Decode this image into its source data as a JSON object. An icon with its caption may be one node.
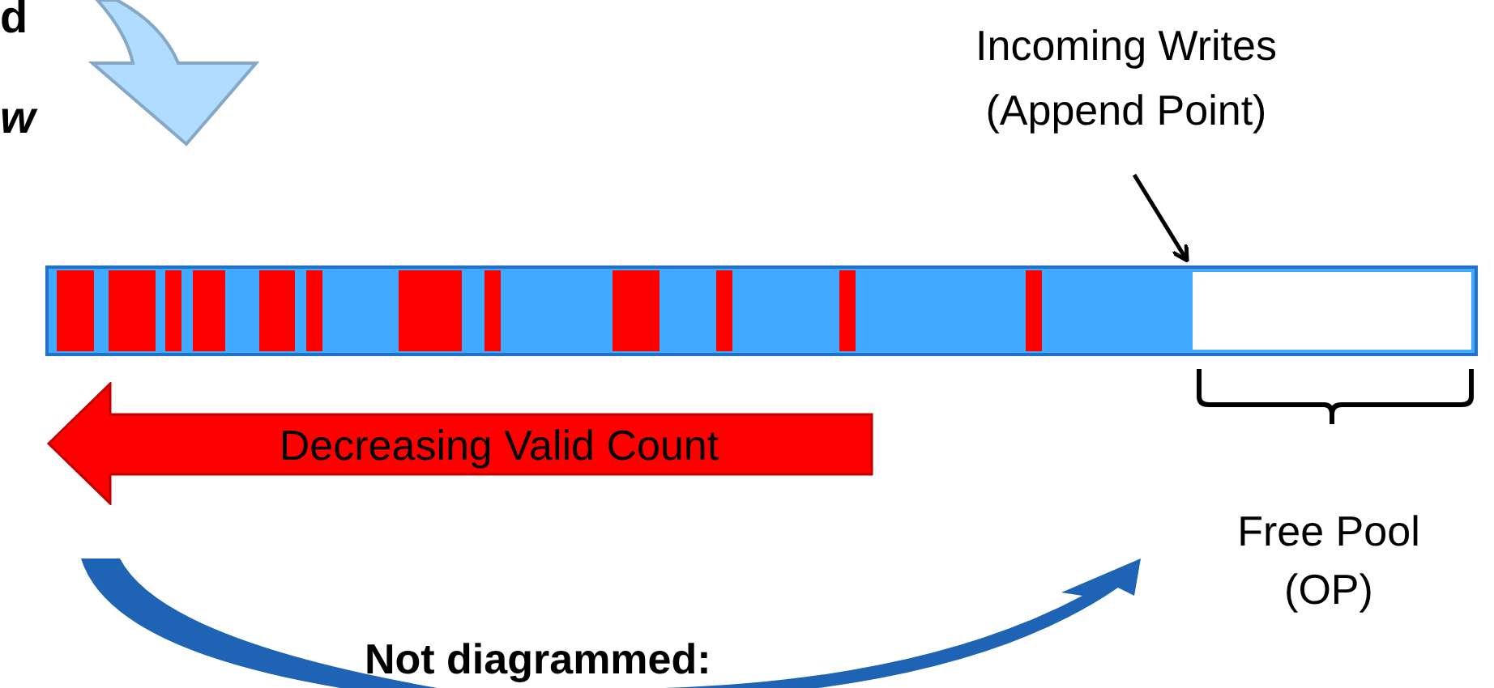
{
  "diagram": {
    "nodes": [
      {
        "text": [
          "Incoming Writes (Append Point)"
        ]
      },
      {
        "text": [],
        "shape": "bar"
      },
      {
        "text": [
          "Decreasing Valid Count"
        ]
      }
    ],
    "edges": [
      {
        "from": 0,
        "to": 1,
        "arrow": "to"
      }
    ],
    "labels": [
      "d",
      "w",
      "Free Pool (OP)",
      "Not diagrammed:"
    ]
  }
}
